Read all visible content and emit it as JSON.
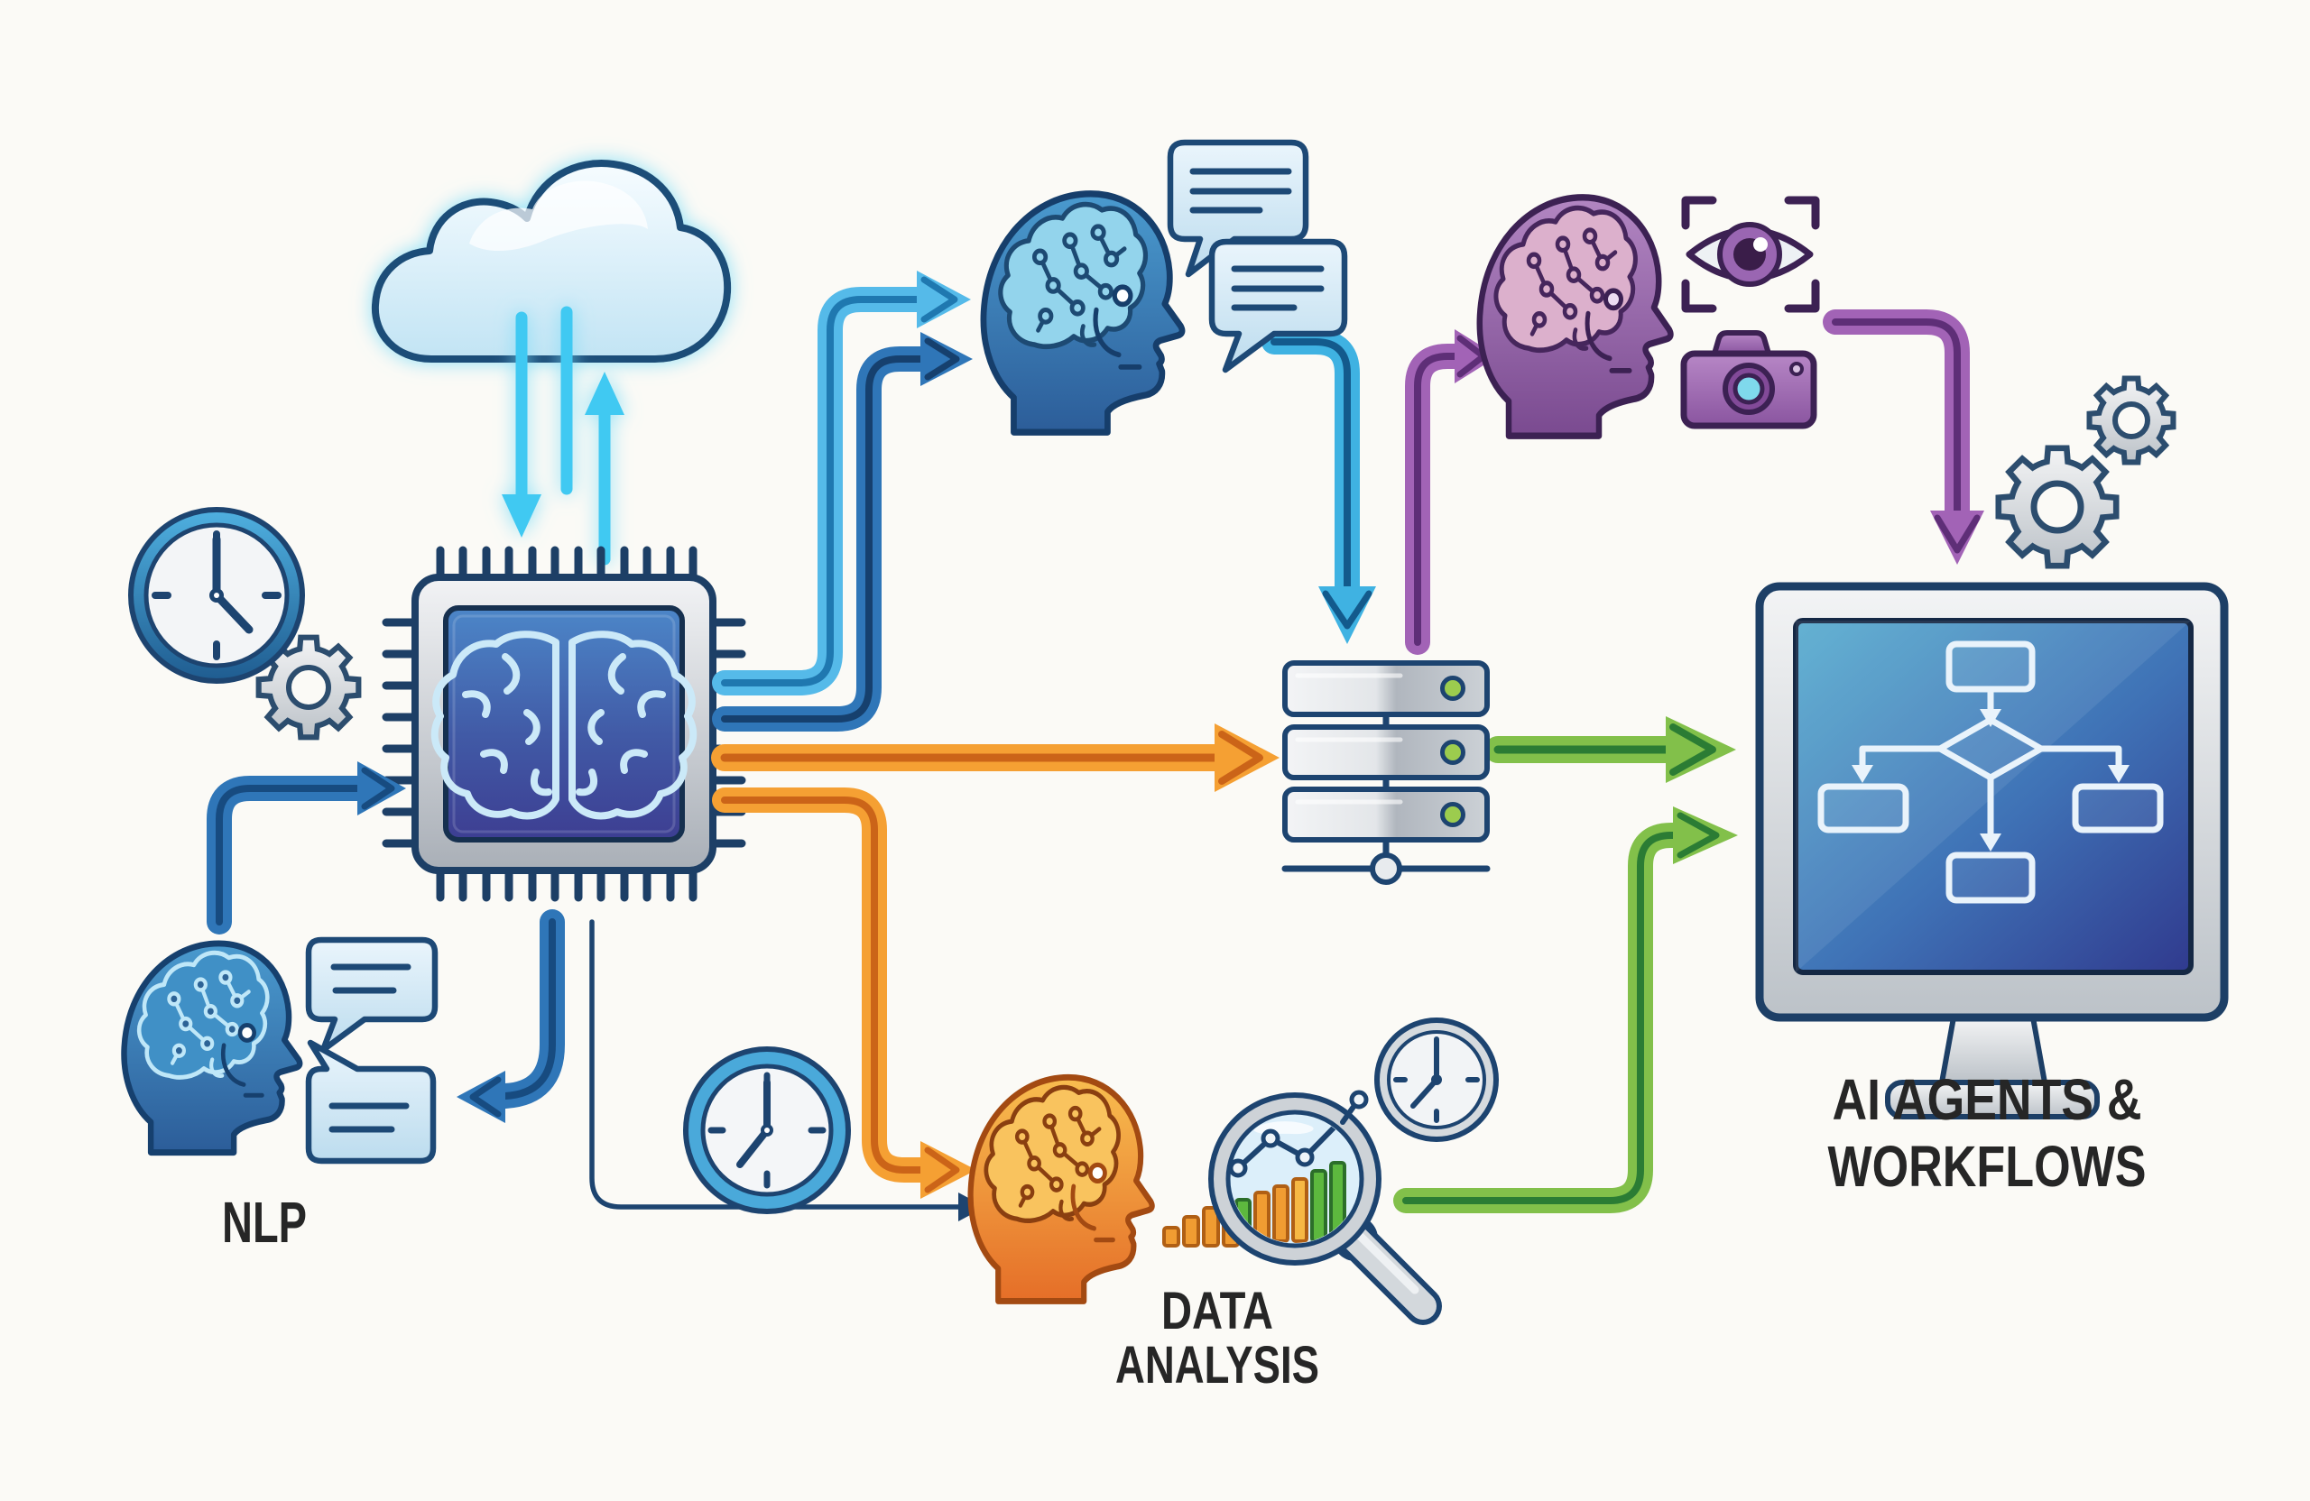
{
  "scene": {
    "title": "AI agents and workflows concept illustration",
    "background_color": "#fbfaf6"
  },
  "labels": {
    "nlp": "NLP",
    "data_analysis_line1": "DATA",
    "data_analysis_line2": "ANALYSIS",
    "ai_agents_line1": "AI AGENTS &",
    "ai_agents_line2": "WORKFLOWS"
  },
  "colors": {
    "outline_navy": "#1d4470",
    "neon_cyan": "#41c9f2",
    "blue_arrow": "#2f76b8",
    "light_blue_arrow": "#55bae9",
    "teal_blue_arrow": "#3fb2e2",
    "orange_arrow": "#f5a033",
    "green_arrow": "#82c04a",
    "purple_arrow": "#a263b6",
    "led_green": "#9ccc4e",
    "chip_core_blue": "#415aa6",
    "screen_blue": "#3f72b6",
    "silver": "#d3d7db",
    "label_text": "#262626"
  },
  "icons": [
    "cloud-icon",
    "cloud-transfer-arrows-icon",
    "ai-chip-icon",
    "chip-brain-icon",
    "clock-icon",
    "gear-icon",
    "nlp-head-icon",
    "speech-bubble-icon",
    "chat-head-icon",
    "vision-head-icon",
    "eye-scan-icon",
    "camera-icon",
    "server-stack-icon",
    "analysis-head-icon",
    "magnifier-chart-icon",
    "mini-bar-chart-icon",
    "monitor-flowchart-icon",
    "gears-icon"
  ]
}
